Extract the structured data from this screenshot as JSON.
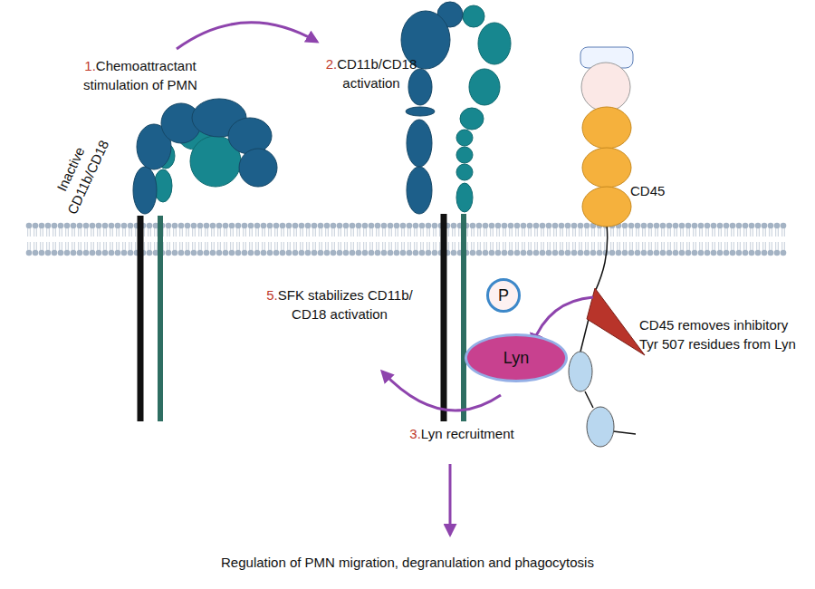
{
  "diagram": {
    "nodes": [
      {
        "text": [
          "P"
        ]
      },
      {
        "text": [
          "Lyn"
        ]
      }
    ],
    "labels": [
      "1.",
      "Chemoattractant stimulation of PMN",
      "2.",
      "CD11b/CD18 activation",
      "Inactive CD11b/CD18",
      "CD45",
      "CD45 removes inhibitory Tyr 507 residues from Lyn",
      "5.",
      "SFK stabilizes CD11b/ CD18 activation",
      "3.",
      "Lyn recruitment",
      "Regulation of PMN migration, degranulation and phagocytosis"
    ]
  }
}
